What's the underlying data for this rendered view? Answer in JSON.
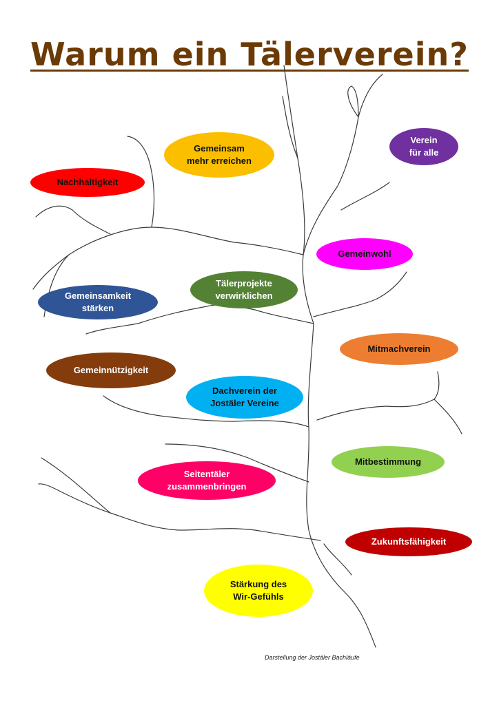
{
  "title": "Warum ein Tälerverein?",
  "caption": "Darstellung der Jostäler Bachläufe",
  "bubbles": {
    "gemeinsam": {
      "label": "Gemeinsam\nmehr erreichen",
      "color": "#fbbf00",
      "text_color": "#111111"
    },
    "verein_alle": {
      "label": "Verein\nfür alle",
      "color": "#7030a0",
      "text_color": "#ffffff"
    },
    "nachhaltigkeit": {
      "label": "Nachhaltigkeit",
      "color": "#ff0000",
      "text_color": "#111111"
    },
    "gemeinwohl": {
      "label": "Gemeinwohl",
      "color": "#ff00ff",
      "text_color": "#111111"
    },
    "gemeinsamkeit": {
      "label": "Gemeinsamkeit\nstärken",
      "color": "#2f5597",
      "text_color": "#ffffff"
    },
    "taelerprojekte": {
      "label": "Tälerprojekte\nverwirklichen",
      "color": "#548235",
      "text_color": "#ffffff"
    },
    "mitmachverein": {
      "label": "Mitmachverein",
      "color": "#ed7d31",
      "text_color": "#111111"
    },
    "gemeinnuetzigkeit": {
      "label": "Gemeinnützigkeit",
      "color": "#843c0c",
      "text_color": "#ffffff"
    },
    "dachverein": {
      "label": "Dachverein der\nJostäler Vereine",
      "color": "#00b0f0",
      "text_color": "#111111"
    },
    "mitbestimmung": {
      "label": "Mitbestimmung",
      "color": "#92d050",
      "text_color": "#111111"
    },
    "seitentaeler": {
      "label": "Seitentäler\nzusammenbringen",
      "color": "#ff0066",
      "text_color": "#ffffff"
    },
    "zukunft": {
      "label": "Zukunftsfähigkeit",
      "color": "#c00000",
      "text_color": "#ffffff"
    },
    "wirgefuehl": {
      "label": "Stärkung des\nWir-Gefühls",
      "color": "#ffff00",
      "text_color": "#111111"
    }
  }
}
